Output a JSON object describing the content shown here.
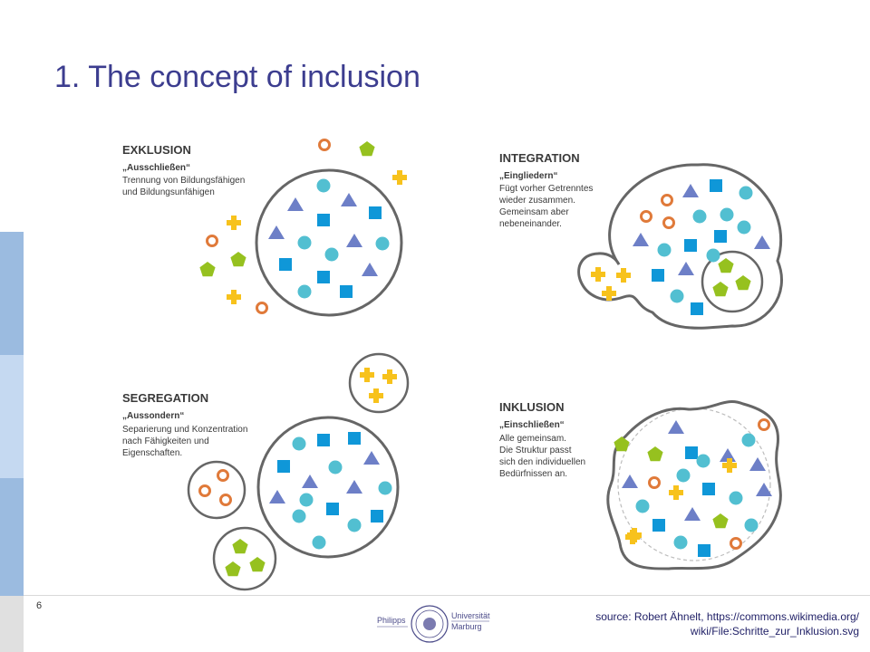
{
  "title": "1. The concept of inclusion",
  "page_number": "6",
  "source": {
    "line1": "source: Robert Ähnelt, https://commons.wikimedia.org/",
    "line2": "wiki/File:Schritte_zur_Inklusion.svg"
  },
  "logo": {
    "left": "Philipps",
    "right_top": "Universität",
    "right_bottom": "Marburg"
  },
  "colors": {
    "title": "#3c3d8f",
    "blue": "#0f97d8",
    "teal": "#52bfd1",
    "violet": "#6d7fc7",
    "orange": "#e07a3a",
    "yellow": "#f7c21c",
    "green": "#96c11f",
    "outline": "#666666",
    "side_bar": [
      "#9bbbe0",
      "#c5d9f1",
      "#9bbbe0",
      "#e0e0e0"
    ]
  },
  "sections": {
    "exklusion": {
      "title": "EXKLUSION",
      "subtitle": "„Ausschließen“",
      "lines": [
        "Trennung von Bildungsfähigen",
        "und Bildungsunfähigen"
      ]
    },
    "integration": {
      "title": "INTEGRATION",
      "subtitle": "„Eingliedern“",
      "lines": [
        "Fügt vorher Getrenntes",
        "wieder zusammen.",
        "Gemeinsam aber",
        "nebeneinander."
      ]
    },
    "segregation": {
      "title": "SEGREGATION",
      "subtitle": "„Aussondern“",
      "lines": [
        "Separierung und Konzentration",
        "nach Fähigkeiten und",
        "Eigenschaften."
      ]
    },
    "inklusion": {
      "title": "INKLUSION",
      "subtitle": "„Einschließen“",
      "lines": [
        "Alle gemeinsam.",
        "Die Struktur passt",
        "sich den individuellen",
        "Bedürfnissen an."
      ]
    }
  }
}
